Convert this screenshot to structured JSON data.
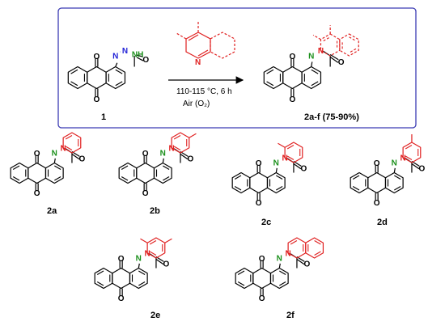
{
  "colors": {
    "box_border": "#3b3bb3",
    "bond": "#000000",
    "nitrogen_blue": "#1f1fd6",
    "nitrogen_green": "#1a8f1a",
    "red_ring": "#e02020"
  },
  "reaction": {
    "reactant_label": "1",
    "product_label": "2a-f (75-90%)",
    "condition_temp": "110-115 °C, 6 h",
    "condition_atm": "Air (O₂)"
  },
  "atoms": {
    "O": "O",
    "N": "N",
    "NH": "NH"
  },
  "compounds": [
    {
      "label": "2a"
    },
    {
      "label": "2b"
    },
    {
      "label": "2c"
    },
    {
      "label": "2d"
    },
    {
      "label": "2e"
    },
    {
      "label": "2f"
    }
  ]
}
